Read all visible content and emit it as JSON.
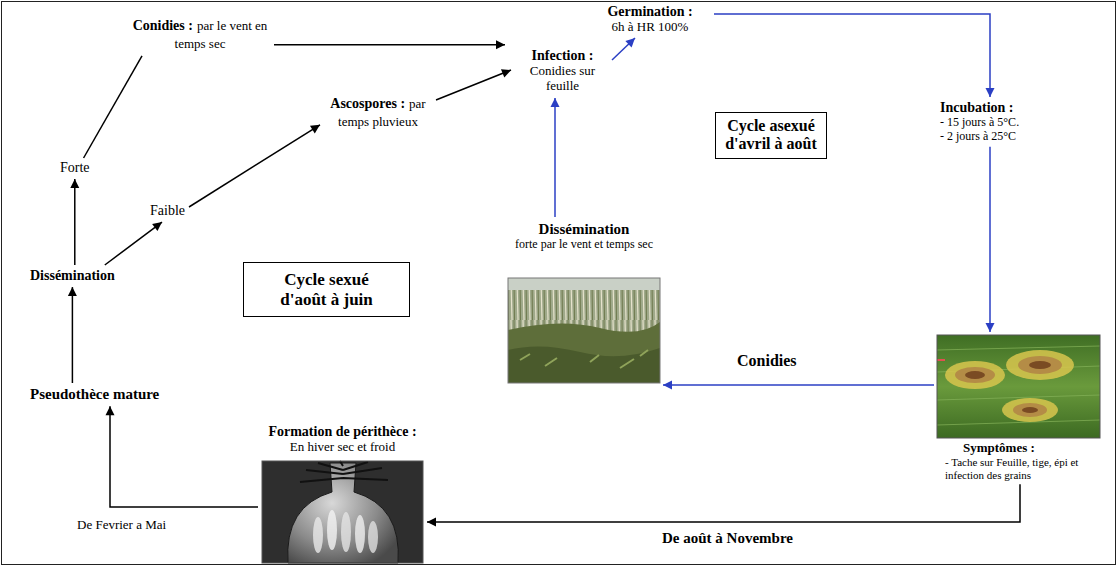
{
  "diagram": {
    "nodes": [
      {
        "text": [
          "Conidies :",
          "par le vent en temps sec"
        ]
      },
      {
        "text": [
          "Germination :",
          "6h à HR 100%"
        ]
      },
      {
        "text": [
          "Infection :",
          "Conidies sur feuille"
        ]
      },
      {
        "text": [
          "Ascospores :",
          "par temps pluvieux"
        ]
      },
      {
        "text": [
          "Forte"
        ]
      },
      {
        "text": [
          "Incubation :",
          "- 15 jours à 5°C.",
          "- 2 jours à 25°C"
        ]
      },
      {
        "text": [
          "Cycle asexué d'avril à août"
        ]
      },
      {
        "text": [
          "Faible"
        ]
      },
      {
        "text": [
          "Dissémination",
          "forte par le vent et temps sec"
        ]
      },
      {
        "text": [
          "Cycle sexué d'août à juin"
        ]
      },
      {
        "text": [
          "Dissémination"
        ]
      },
      {
        "text": [
          "Symptômes :",
          "- Tache sur Feuille, tige, épi et infection des grains"
        ]
      },
      {
        "text": [
          "Pseudothèce mature"
        ]
      },
      {
        "text": [
          "Formation de périthèce :",
          "En hiver sec et froid"
        ]
      }
    ],
    "edges": [
      {
        "from": 10,
        "to": 4,
        "arrow": "to"
      },
      {
        "from": 4,
        "to": 0,
        "arrow": "none"
      },
      {
        "from": 10,
        "to": 7,
        "arrow": "to"
      },
      {
        "from": 7,
        "to": 3,
        "arrow": "to"
      },
      {
        "from": 0,
        "to": 2,
        "arrow": "to"
      },
      {
        "from": 3,
        "to": 2,
        "arrow": "to"
      },
      {
        "from": 2,
        "to": 1,
        "arrow": "to"
      },
      {
        "from": 1,
        "to": 5,
        "arrow": "to"
      },
      {
        "from": 5,
        "to": 11,
        "arrow": "to"
      },
      {
        "from": 11,
        "to": 8,
        "label": "Conidies",
        "arrow": "to"
      },
      {
        "from": 8,
        "to": 2,
        "arrow": "to"
      },
      {
        "from": 11,
        "to": 13,
        "label": "De août à Novembre",
        "arrow": "to"
      },
      {
        "from": 13,
        "to": 12,
        "label": "De Fevrier a Mai",
        "arrow": "to"
      },
      {
        "from": 12,
        "to": 10,
        "arrow": "to"
      }
    ]
  }
}
